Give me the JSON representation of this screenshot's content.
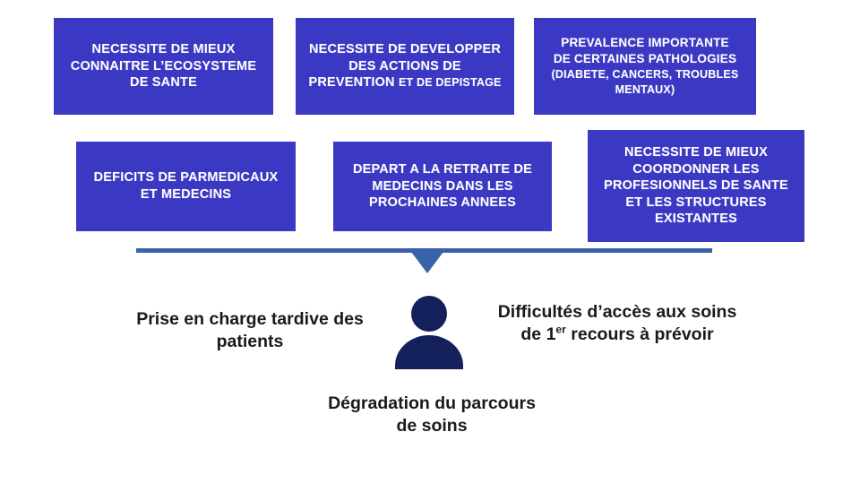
{
  "diagram": {
    "type": "problem-consequence-diagram",
    "language": "fr",
    "colors": {
      "box_fill": "#3b39c4",
      "box_text": "#ffffff",
      "connector": "#3a62a8",
      "person_icon": "#13205c",
      "caption_text": "#1a1a1a",
      "background": "#ffffff"
    },
    "issue_boxes": [
      {
        "id": "box-1",
        "lines": [
          "NECESSITE DE MIEUX",
          "CONNAITRE L’ECOSYSTEME",
          "DE SANTE"
        ],
        "row": 1
      },
      {
        "id": "box-2",
        "lines": [
          "NECESSITE DE DEVELOPPER",
          "DES ACTIONS DE",
          "PREVENTION"
        ],
        "tail": "ET DE DEPISTAGE",
        "row": 1
      },
      {
        "id": "box-3",
        "lines": [
          "PREVALENCE IMPORTANTE",
          "DE CERTAINES PATHOLOGIES"
        ],
        "tail": "(DIABETE, CANCERS, TROUBLES MENTAUX)",
        "row": 1
      },
      {
        "id": "box-4",
        "lines": [
          "DEFICITS DE PARMEDICAUX",
          "ET MEDECINS"
        ],
        "row": 2
      },
      {
        "id": "box-5",
        "lines": [
          "DEPART A LA RETRAITE DE",
          "MEDECINS DANS LES",
          "PROCHAINES ANNEES"
        ],
        "row": 2
      },
      {
        "id": "box-6",
        "lines": [
          "NECESSITE DE MIEUX",
          "COORDONNER LES",
          "PROFESIONNELS DE SANTE",
          "ET LES STRUCTURES",
          "EXISTANTES"
        ],
        "row": 2
      }
    ],
    "person_icon_name": "patient-person-icon",
    "captions": {
      "left": "Prise en charge tardive des patients",
      "right_before_sup": "Difficultés d’accès aux soins de 1",
      "right_sup": "er",
      "right_after_sup": " recours à prévoir",
      "bottom": "Dégradation du parcours de soins"
    }
  }
}
